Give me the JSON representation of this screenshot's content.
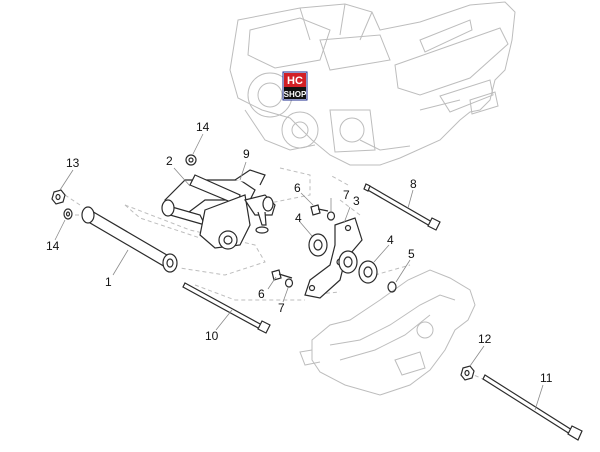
{
  "diagram": {
    "logo": {
      "line1": "HC",
      "line2": "SHOP",
      "colors": {
        "red": "#d21f26",
        "blue": "#1b2a8c",
        "black": "#111111"
      }
    },
    "callouts": [
      "1",
      "2",
      "3",
      "4",
      "5",
      "6",
      "7",
      "8",
      "9",
      "10",
      "11",
      "12",
      "13",
      "14"
    ],
    "colors": {
      "outline": "#bfbfbf",
      "part": "#2b2b2b",
      "leader": "#8a8a8a",
      "dashed": "#bdbdbd"
    }
  }
}
